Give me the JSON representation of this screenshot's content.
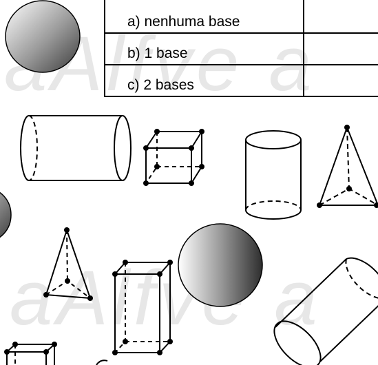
{
  "watermark": {
    "text": "aAlfve a"
  },
  "table": {
    "rows": [
      {
        "label": "a) nenhuma base",
        "answer": ""
      },
      {
        "label": "b) 1 base",
        "answer": ""
      },
      {
        "label": "c) 2 bases",
        "answer": ""
      }
    ]
  },
  "shapes": [
    {
      "id": "sphere-1",
      "type": "sphere",
      "shading": "gradient"
    },
    {
      "id": "cylinder-horizontal",
      "type": "cylinder"
    },
    {
      "id": "cube",
      "type": "cube"
    },
    {
      "id": "cylinder-vertical",
      "type": "cylinder"
    },
    {
      "id": "pyramid-1",
      "type": "triangular-pyramid"
    },
    {
      "id": "sphere-2",
      "type": "sphere",
      "shading": "gradient"
    },
    {
      "id": "pyramid-2",
      "type": "triangular-pyramid"
    },
    {
      "id": "rectangular-prism",
      "type": "rectangular-prism"
    },
    {
      "id": "sphere-3",
      "type": "sphere",
      "shading": "gradient"
    },
    {
      "id": "cylinder-tilted",
      "type": "cylinder"
    },
    {
      "id": "cube-partial",
      "type": "cube"
    }
  ],
  "colors": {
    "ink": "#000000",
    "watermark": "#e7e7e7",
    "sphere_light": "#ffffff",
    "sphere_dark": "#3c3c3c"
  }
}
